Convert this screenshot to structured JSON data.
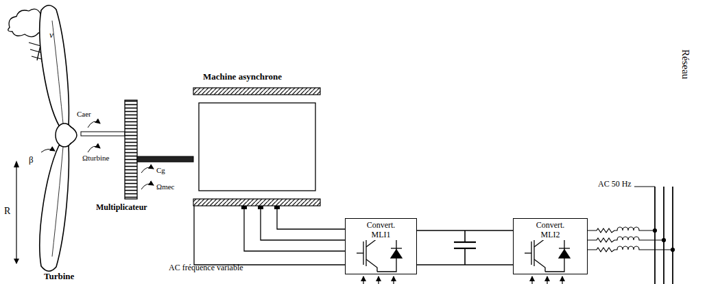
{
  "diagram": {
    "nodes": [
      {
        "text": [
          "Machine asynchrone"
        ]
      },
      {
        "text": [
          "Convert. MLI1"
        ]
      },
      {
        "text": [
          "Convert. MLI2"
        ]
      }
    ],
    "edges": [
      {
        "from": 0,
        "to": 1,
        "arrow": "none"
      },
      {
        "from": 1,
        "to": 2,
        "arrow": "none"
      }
    ],
    "labels": [
      "v",
      "Caer",
      "β",
      "Ωturbine",
      "R",
      "Multiplicateur",
      "Cg",
      "Ωmec",
      "Turbine",
      "AC fréquence variable",
      "AC 50 Hz",
      "Réseau"
    ]
  }
}
